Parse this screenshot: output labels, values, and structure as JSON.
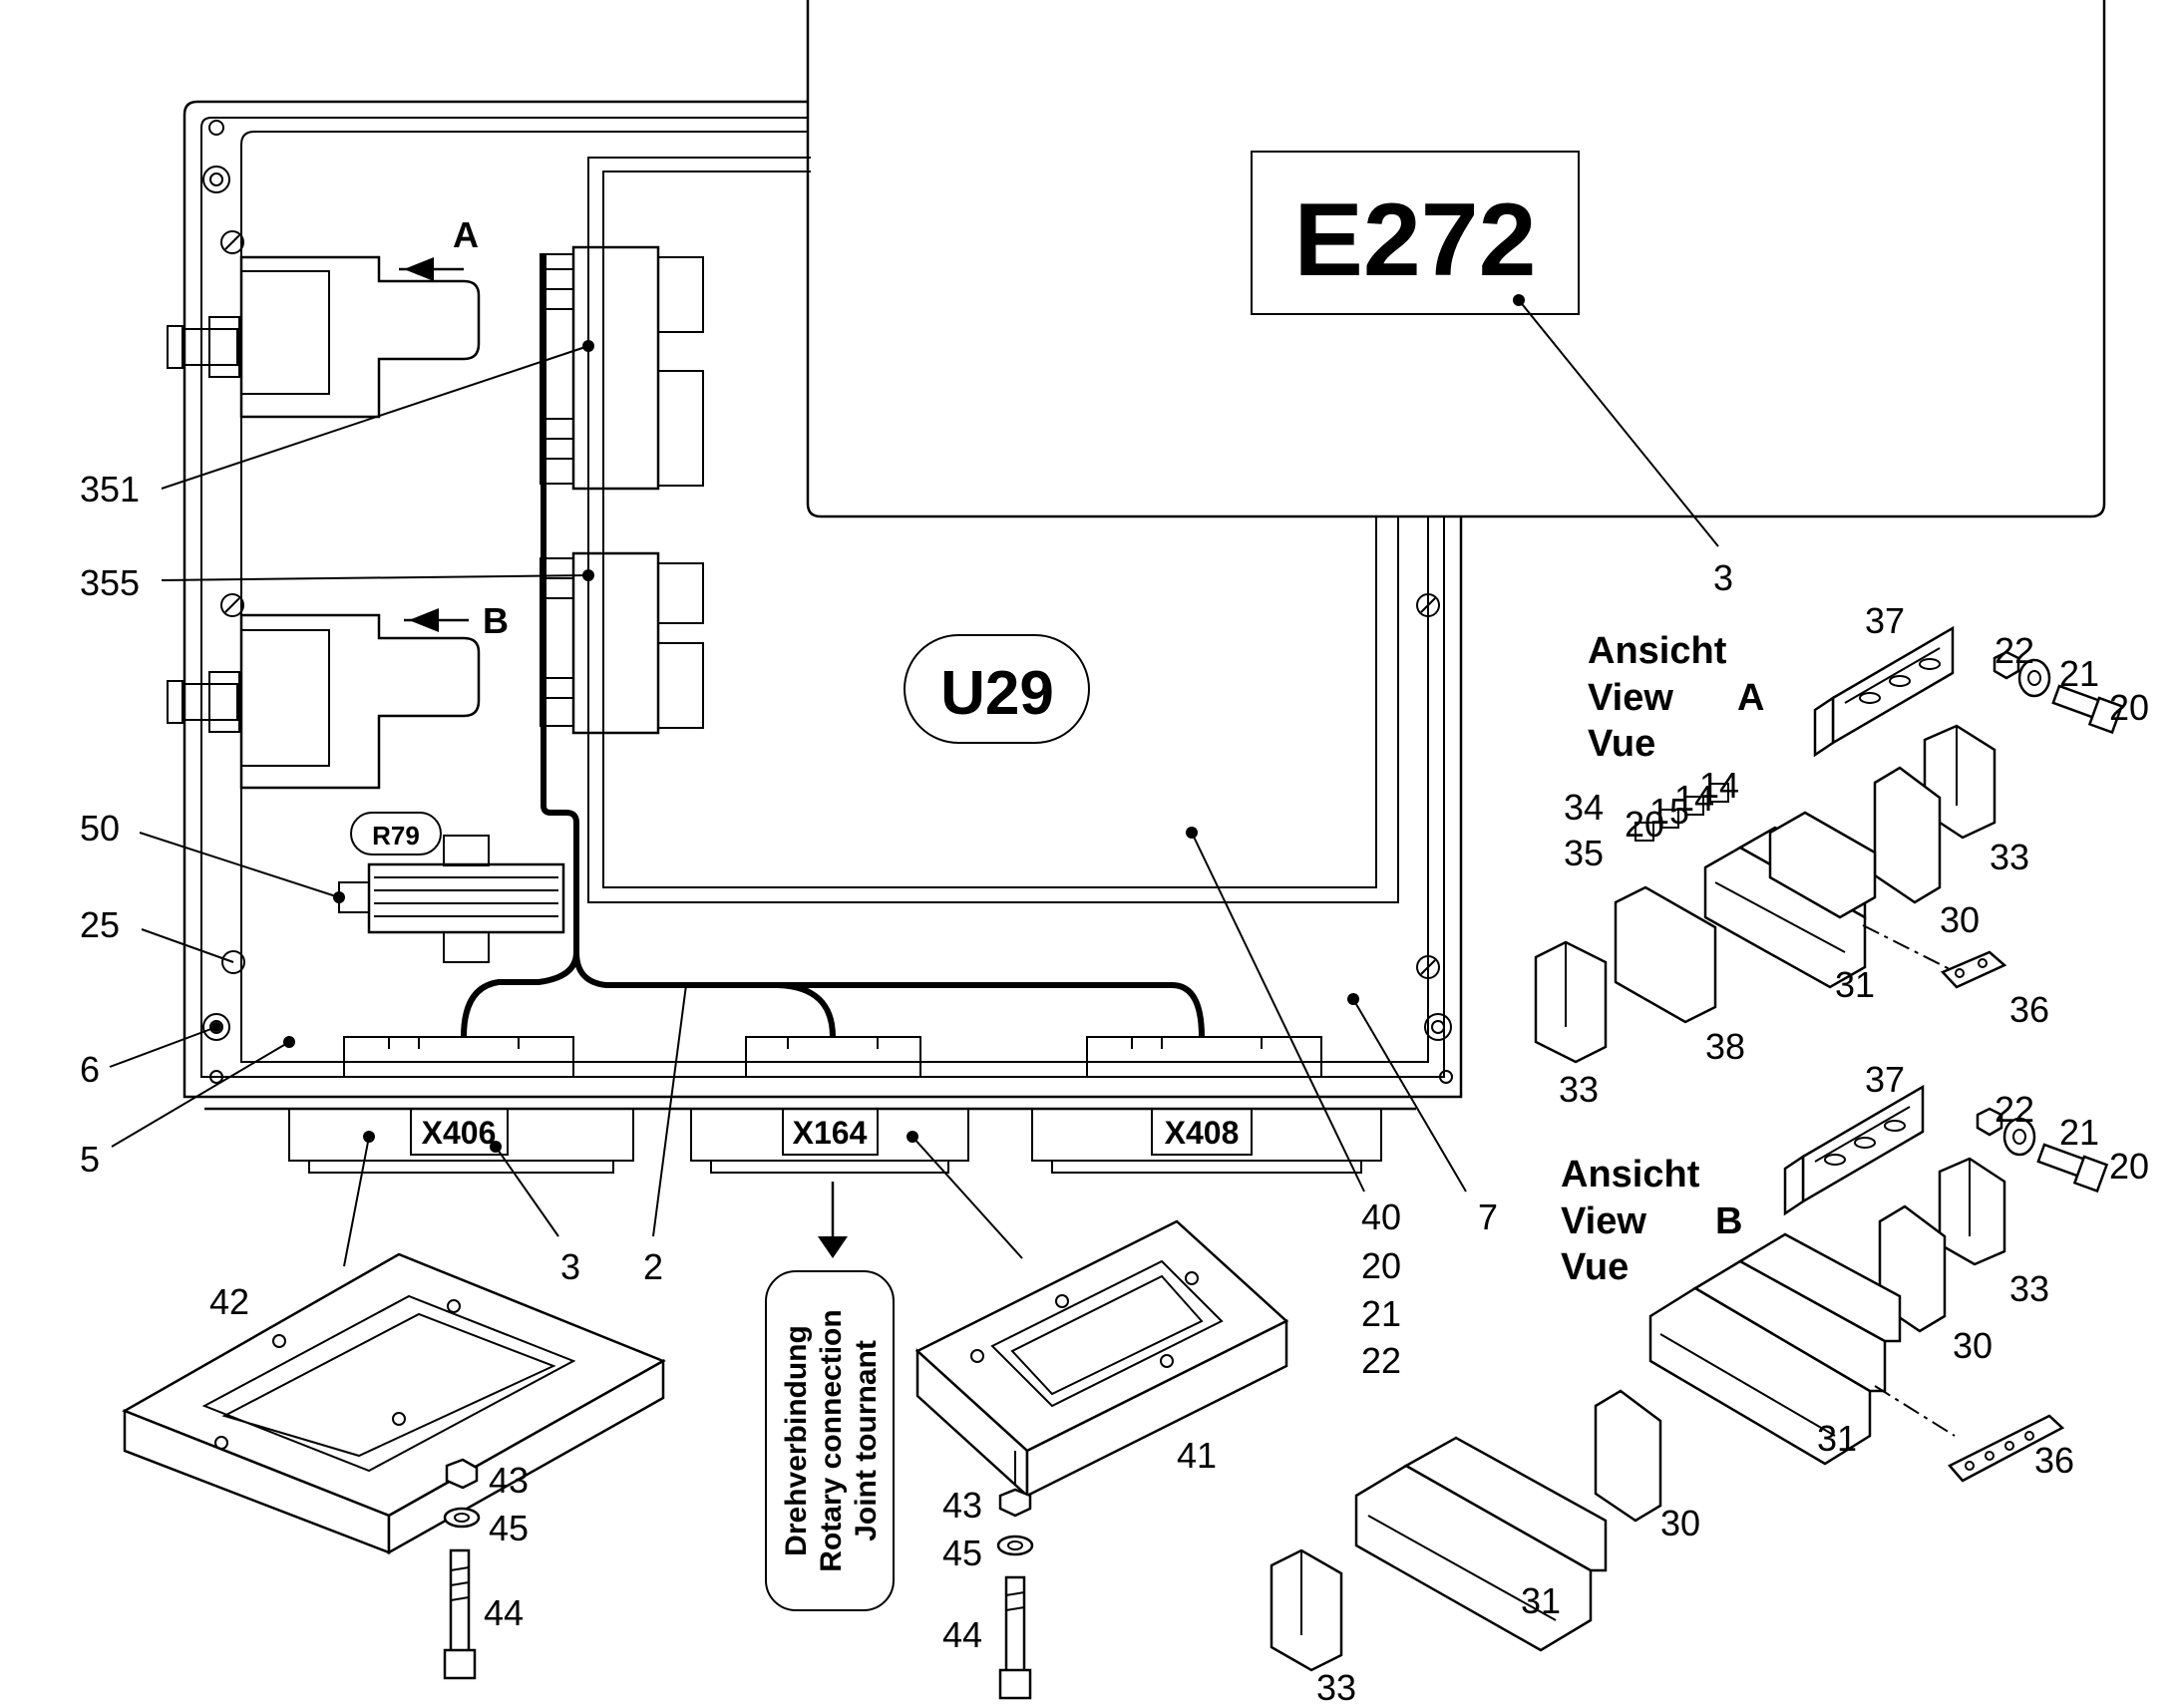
{
  "component_labels": {
    "controller": "E272",
    "board": "U29",
    "resistor": "R79",
    "connector_left": "X406",
    "connector_mid": "X164",
    "connector_right": "X408"
  },
  "arrows": {
    "a": "A",
    "b": "B"
  },
  "callouts": {
    "c351": "351",
    "c355": "355",
    "c50": "50",
    "c25": "25",
    "c6": "6",
    "c5": "5",
    "c3_top": "3",
    "c3_bottom": "3",
    "c2": "2",
    "c7": "7",
    "c40": "40",
    "c20": "20",
    "c21": "21",
    "c22": "22",
    "c42": "42",
    "c43a": "43",
    "c45a": "45",
    "c44a": "44",
    "c41": "41",
    "c43b": "43",
    "c45b": "45",
    "c44b": "44",
    "va_37": "37",
    "va_22": "22",
    "va_21": "21",
    "va_20": "20",
    "va_34": "34",
    "va_35": "35",
    "va_33a": "33",
    "va_30": "30",
    "va_31": "31",
    "va_36": "36",
    "va_38": "38",
    "va_33b": "33",
    "vb_37": "37",
    "vb_22": "22",
    "vb_21": "21",
    "vb_20": "20",
    "vb_33a": "33",
    "vb_30a": "30",
    "vb_31a": "31",
    "vb_36": "36",
    "vb_30b": "30",
    "vb_31b": "31",
    "vb_33b": "33"
  },
  "view_a": {
    "line1": "Ansicht",
    "line2": "View",
    "letter": "A",
    "line3": "Vue"
  },
  "view_b": {
    "line1": "Ansicht",
    "line2": "View",
    "letter": "B",
    "line3": "Vue"
  },
  "rotary": {
    "de": "Drehverbindung",
    "en": "Rotary connection",
    "fr": "Joint tournant"
  },
  "marker_labels": [
    "20",
    "15",
    "14",
    "14"
  ]
}
